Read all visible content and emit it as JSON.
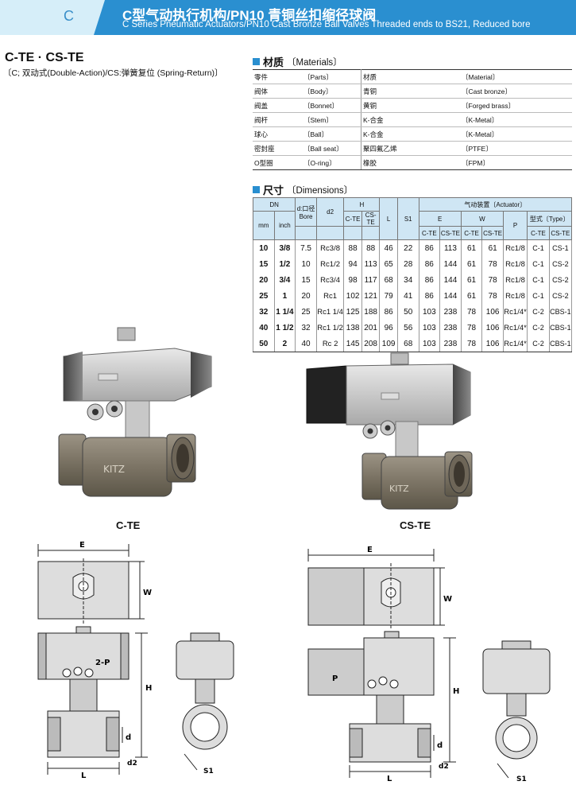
{
  "header": {
    "tab_letter": "C",
    "title_cn": "C型气动执行机构/PN10 青铜丝扣缩径球阀",
    "title_en": "C Series Pneumatic Actuators/PN10 Cast Bronze Ball Valves Threaded ends to BS21, Reduced bore"
  },
  "model": {
    "name": "C-TE · CS-TE",
    "desc": "〔C; 双动式(Double-Action)/CS:弹簧复位 (Spring-Return)〕"
  },
  "materials": {
    "title_cn": "材质",
    "title_en": "〔Materials〕",
    "rows": [
      {
        "part_cn": "零件",
        "part_en": "〔Parts〕",
        "mat_cn": "材质",
        "mat_en": "〔Material〕"
      },
      {
        "part_cn": "阀体",
        "part_en": "〔Body〕",
        "mat_cn": "青铜",
        "mat_en": "〔Cast bronze〕"
      },
      {
        "part_cn": "阀盖",
        "part_en": "〔Bonnet〕",
        "mat_cn": "黄铜",
        "mat_en": "〔Forged brass〕"
      },
      {
        "part_cn": "阀杆",
        "part_en": "〔Stem〕",
        "mat_cn": "K-合金",
        "mat_en": "〔K-Metal〕"
      },
      {
        "part_cn": "球心",
        "part_en": "〔Ball〕",
        "mat_cn": "K-合金",
        "mat_en": "〔K-Metal〕"
      },
      {
        "part_cn": "密封座",
        "part_en": "〔Ball seat〕",
        "mat_cn": "聚四氟乙烯",
        "mat_en": "〔PTFE〕"
      },
      {
        "part_cn": "O型圈",
        "part_en": "〔O-ring〕",
        "mat_cn": "橡胶",
        "mat_en": "〔FPM〕"
      }
    ]
  },
  "dimensions": {
    "title_cn": "尺寸",
    "title_en": "〔Dimensions〕",
    "h": {
      "dn": "DN",
      "actuator": "气动装置〔Actuator〕",
      "mm": "mm",
      "inch": "inch",
      "bore": "d:口径 Bore",
      "d2": "d2",
      "H": "H",
      "L": "L",
      "S1": "S1",
      "E": "E",
      "W": "W",
      "P": "P",
      "type": "型式〔Type〕",
      "cte": "C-TE",
      "cste": "CS-TE"
    },
    "rows": [
      {
        "mm": "10",
        "inch": "3/8",
        "bore": "7.5",
        "d2": "Rc3/8",
        "h_c": "88",
        "h_cs": "88",
        "l": "46",
        "s1": "22",
        "e_c": "86",
        "e_cs": "113",
        "w_c": "61",
        "w_cs": "61",
        "p": "Rc1/8",
        "t_c": "C-1",
        "t_cs": "CS-1"
      },
      {
        "mm": "15",
        "inch": "1/2",
        "bore": "10",
        "d2": "Rc1/2",
        "h_c": "94",
        "h_cs": "113",
        "l": "65",
        "s1": "28",
        "e_c": "86",
        "e_cs": "144",
        "w_c": "61",
        "w_cs": "78",
        "p": "Rc1/8",
        "t_c": "C-1",
        "t_cs": "CS-2"
      },
      {
        "mm": "20",
        "inch": "3/4",
        "bore": "15",
        "d2": "Rc3/4",
        "h_c": "98",
        "h_cs": "117",
        "l": "68",
        "s1": "34",
        "e_c": "86",
        "e_cs": "144",
        "w_c": "61",
        "w_cs": "78",
        "p": "Rc1/8",
        "t_c": "C-1",
        "t_cs": "CS-2"
      },
      {
        "mm": "25",
        "inch": "1",
        "bore": "20",
        "d2": "Rc1",
        "h_c": "102",
        "h_cs": "121",
        "l": "79",
        "s1": "41",
        "e_c": "86",
        "e_cs": "144",
        "w_c": "61",
        "w_cs": "78",
        "p": "Rc1/8",
        "t_c": "C-1",
        "t_cs": "CS-2"
      },
      {
        "mm": "32",
        "inch": "1 1/4",
        "bore": "25",
        "d2": "Rc1 1/4",
        "h_c": "125",
        "h_cs": "188",
        "l": "86",
        "s1": "50",
        "e_c": "103",
        "e_cs": "238",
        "w_c": "78",
        "w_cs": "106",
        "p": "Rc1/4*",
        "t_c": "C-2",
        "t_cs": "CBS-1"
      },
      {
        "mm": "40",
        "inch": "1 1/2",
        "bore": "32",
        "d2": "Rc1 1/2",
        "h_c": "138",
        "h_cs": "201",
        "l": "96",
        "s1": "56",
        "e_c": "103",
        "e_cs": "238",
        "w_c": "78",
        "w_cs": "106",
        "p": "Rc1/4*",
        "t_c": "C-2",
        "t_cs": "CBS-1"
      },
      {
        "mm": "50",
        "inch": "2",
        "bore": "40",
        "d2": "Rc 2",
        "h_c": "145",
        "h_cs": "208",
        "l": "109",
        "s1": "68",
        "e_c": "103",
        "e_cs": "238",
        "w_c": "78",
        "w_cs": "106",
        "p": "Rc1/4*",
        "t_c": "C-2",
        "t_cs": "CBS-1"
      }
    ]
  },
  "photos": {
    "left_caption": "C-TE",
    "right_caption": "CS-TE",
    "body_mark": "KITZ"
  },
  "drawings": {
    "left": {
      "E": "E",
      "W": "W",
      "H": "H",
      "L": "L",
      "d": "d",
      "d2": "d2",
      "S1": "S1",
      "port": "2-P"
    },
    "right": {
      "E": "E",
      "W": "W",
      "H": "H",
      "L": "L",
      "d": "d",
      "d2": "d2",
      "S1": "S1",
      "port": "P"
    }
  },
  "colors": {
    "accent": "#2a8fd0",
    "header_light": "#d6eef9",
    "table_header": "#cfe6f4"
  }
}
